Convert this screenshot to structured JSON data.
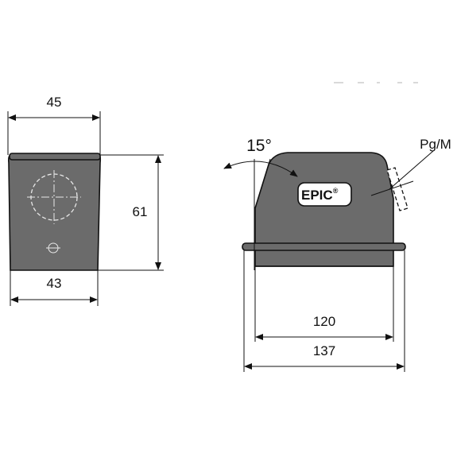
{
  "front_view": {
    "top_width": "45",
    "height": "61",
    "bottom_width": "43"
  },
  "side_view": {
    "angle": "15°",
    "thread_label": "Pg/M",
    "logo": "EPIC",
    "logo_mark": "®",
    "inner_length": "120",
    "overall_length": "137"
  }
}
